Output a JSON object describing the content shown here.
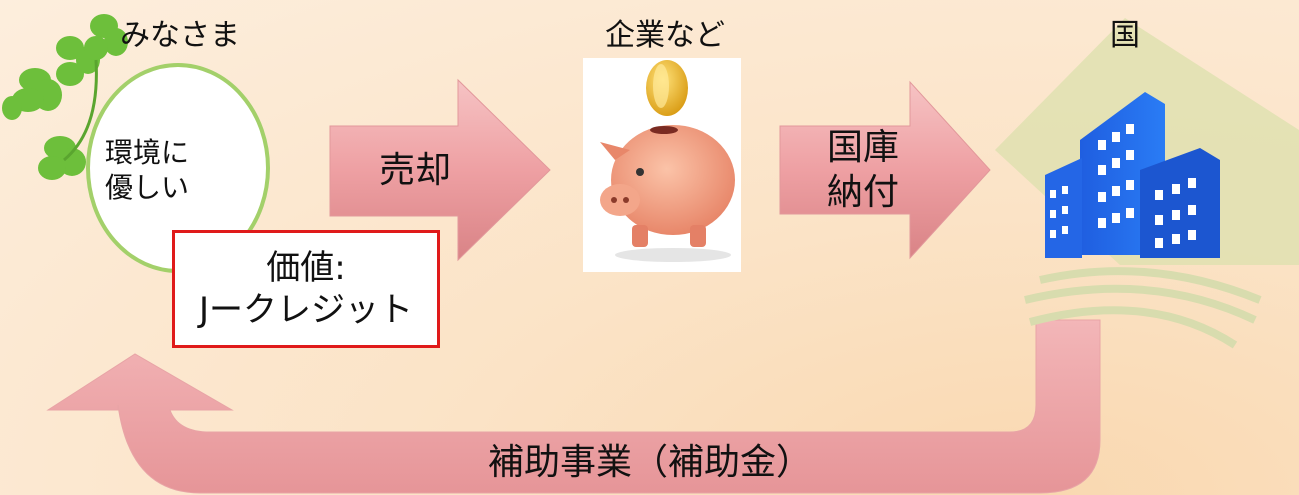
{
  "actors": {
    "people": "みなさま",
    "companies": "企業など",
    "country": "国"
  },
  "circle_text": [
    "環境に",
    "優しい"
  ],
  "value_box": [
    "価値:",
    "Jークレジット"
  ],
  "arrows": {
    "sell": "売却",
    "pay": [
      "国庫",
      "納付"
    ]
  },
  "return_flow": "補助事業（補助金）",
  "colors": {
    "arrow_fill": "#efa5a8",
    "box_border": "#e01a1a",
    "circle_border": "#a3d06a"
  }
}
